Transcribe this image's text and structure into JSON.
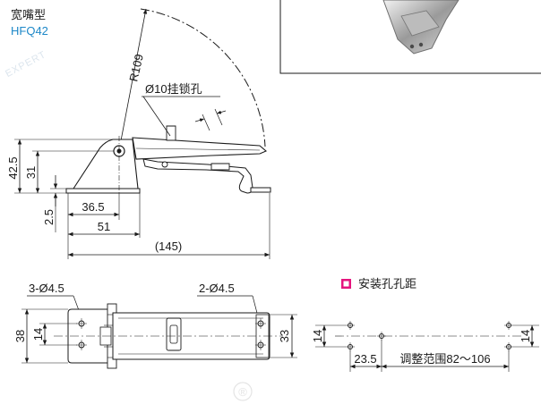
{
  "header": {
    "product_name": "宽嘴型",
    "product_code": "HFQ42",
    "code_color": "#1e88c8"
  },
  "watermark": {
    "text": "EXPERT",
    "registered_mark": "®"
  },
  "side_view": {
    "radius_label": "R109",
    "hole_label": "Ø10挂锁孔",
    "dim_total_height": "42.5",
    "dim_pivot_height": "31",
    "dim_base_thickness": "2.5",
    "dim_pivot_x": "36.5",
    "dim_base_length": "51",
    "dim_overall_length": "(145)"
  },
  "top_view": {
    "left_holes_label": "3-Ø4.5",
    "right_holes_label": "2-Ø4.5",
    "dim_left_width": "38",
    "dim_left_hole_spacing": "14",
    "dim_right_width": "33"
  },
  "hole_spacing": {
    "legend_label": "安装孔孔距",
    "legend_color": "#e5157e",
    "dim_left_hole_spacing": "14",
    "dim_right_hole_spacing": "14",
    "dim_offset": "23.5",
    "dim_adjust_range": "调整范围82～106"
  }
}
